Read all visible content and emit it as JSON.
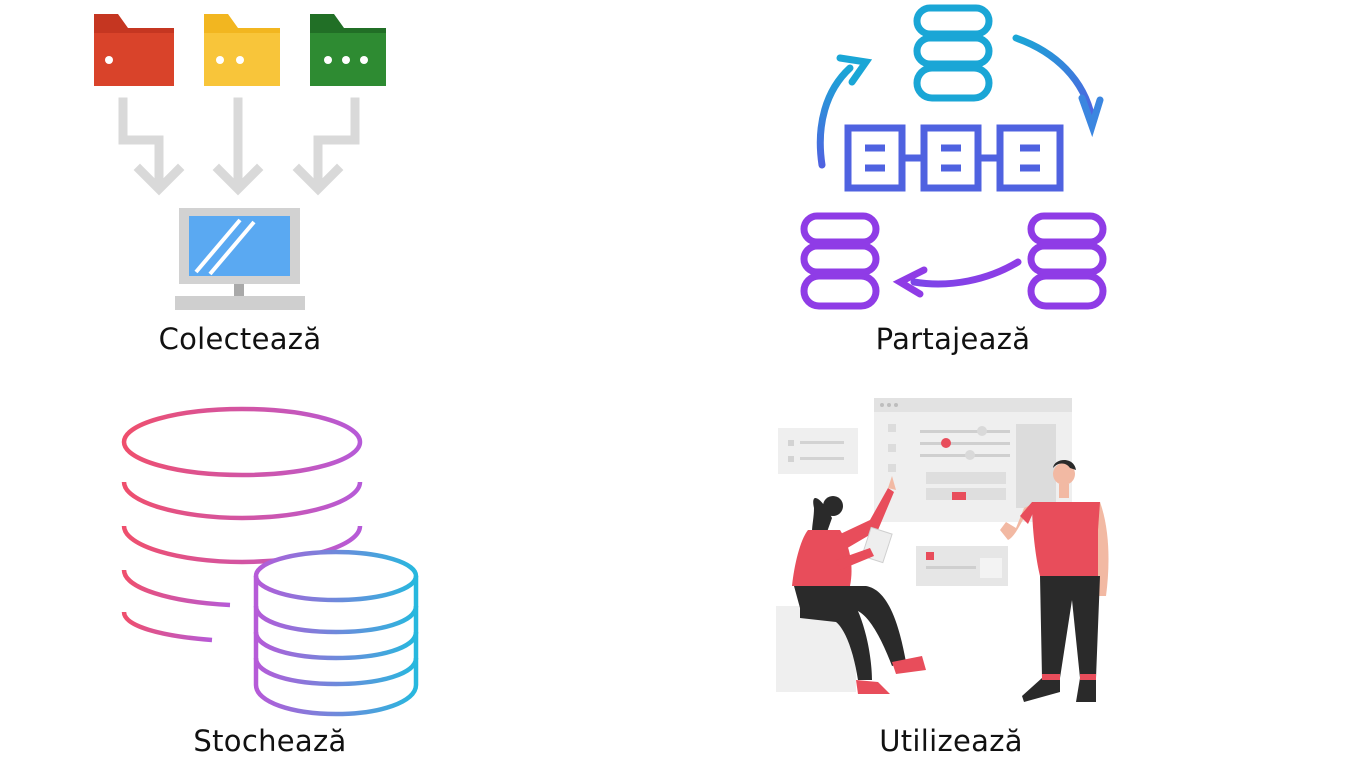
{
  "panels": {
    "collect": {
      "label": "Colectează",
      "icons": [
        "folder-red-icon",
        "folder-yellow-icon",
        "folder-green-icon",
        "arrow-down-icon",
        "monitor-icon"
      ],
      "colors": {
        "folder_red": "#d9432a",
        "folder_yellow": "#f8c53a",
        "folder_green": "#2e8b32",
        "arrow": "#d9d9d9",
        "screen": "#5aa9f2",
        "frame": "#cfcfcf"
      }
    },
    "share": {
      "label": "Partajează",
      "icons": [
        "database-icon",
        "cycle-arrow-icon",
        "network-nodes-icon"
      ],
      "colors": {
        "top": "#1aa6d6",
        "middle": "#4f62e0",
        "bottom": "#8f3ce6"
      }
    },
    "store": {
      "label": "Stochează",
      "icons": [
        "database-stack-icon"
      ],
      "colors": {
        "gradient_start": "#ef4f6d",
        "gradient_mid": "#b65ad8",
        "gradient_end": "#27b8de"
      }
    },
    "use": {
      "label": "Utilizează",
      "icons": [
        "people-dashboard-illustration"
      ],
      "colors": {
        "accent": "#e84d5b",
        "dark": "#2a2a2a",
        "panel": "#ededed"
      }
    }
  }
}
